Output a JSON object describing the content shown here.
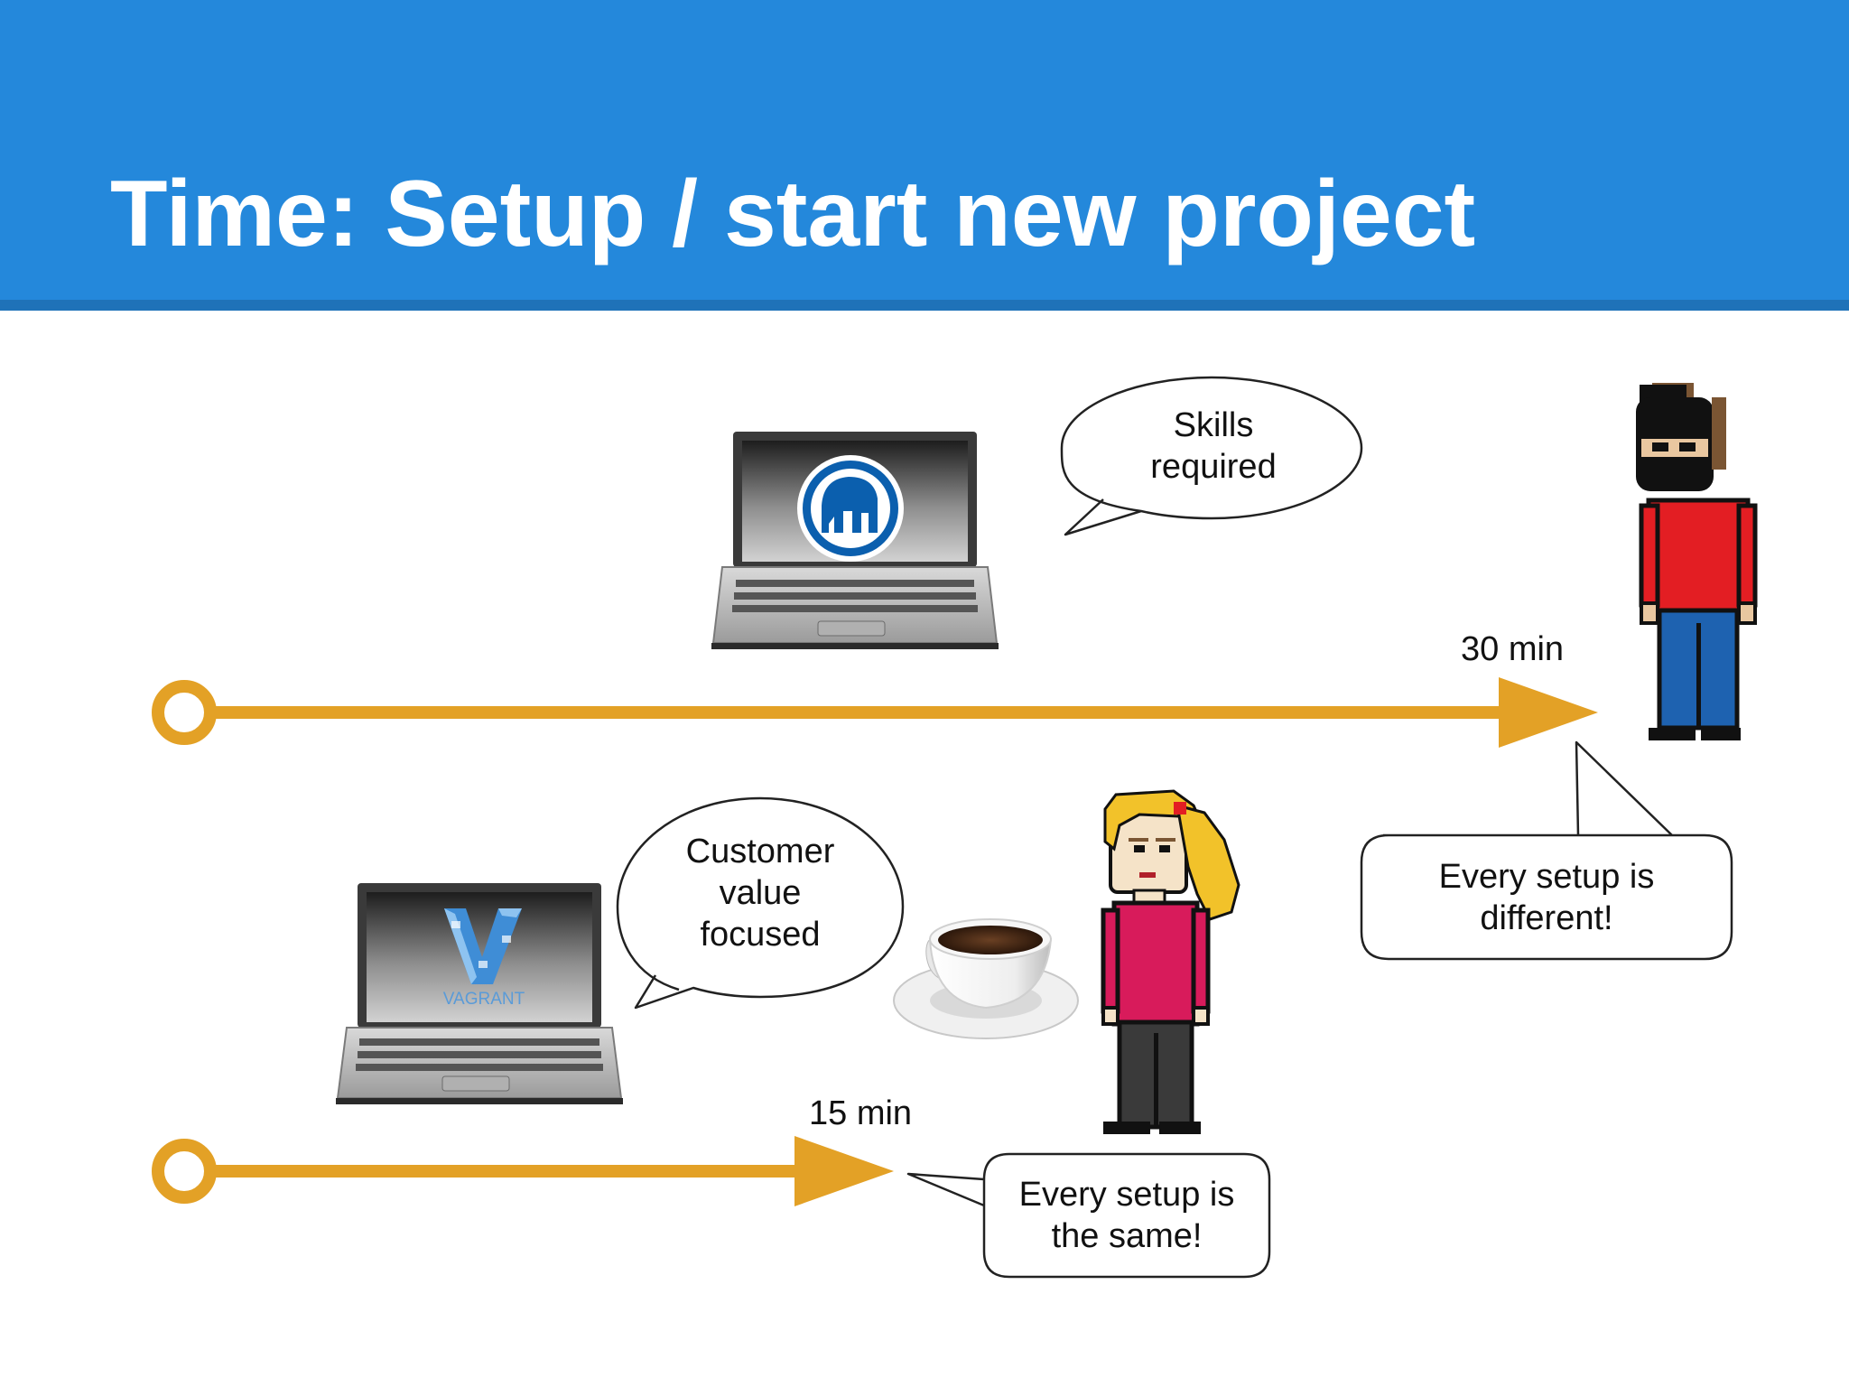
{
  "title": "Time: Setup / start new project",
  "colors": {
    "header_bg": "#2488db",
    "timeline": "#e3a126",
    "text": "#111111"
  },
  "top_scenario": {
    "tool_icon": "mamp-elephant-icon",
    "speech": [
      "Skills",
      "required"
    ],
    "duration": "30 min",
    "note": [
      "Every setup is",
      "different!"
    ],
    "character": "ninja-developer-icon"
  },
  "bottom_scenario": {
    "tool_icon": "vagrant-logo-icon",
    "tool_logo_text": "VAGRANT",
    "speech": [
      "Customer",
      "value",
      "focused"
    ],
    "duration": "15 min",
    "note": [
      "Every setup is",
      "the same!"
    ],
    "extra_icon": "coffee-cup-icon",
    "character": "blonde-developer-icon"
  }
}
